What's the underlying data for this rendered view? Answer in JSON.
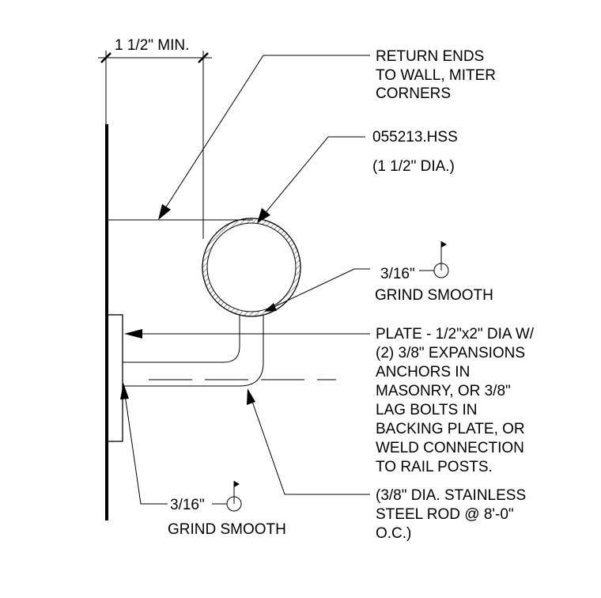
{
  "dimension": {
    "label": "1 1/2\" MIN."
  },
  "callouts": {
    "return_ends": [
      "RETURN ENDS",
      "TO WALL, MITER",
      "CORNERS"
    ],
    "hss_spec": "055213.HSS",
    "hss_dia": "(1 1/2\" DIA.)",
    "weld_top": {
      "size": "3/16\"",
      "note": "GRIND SMOOTH"
    },
    "plate": [
      "PLATE - 1/2\"x2\" DIA W/",
      "(2) 3/8\" EXPANSIONS",
      "ANCHORS IN",
      "MASONRY, OR 3/8\"",
      "LAG BOLTS IN",
      "BACKING PLATE, OR",
      "WELD CONNECTION",
      "TO RAIL POSTS."
    ],
    "rod": [
      "(3/8\" DIA. STAINLESS",
      "STEEL ROD @ 8'-0\"",
      "O.C.)"
    ],
    "weld_bottom": {
      "size": "3/16\"",
      "note": "GRIND SMOOTH"
    }
  }
}
